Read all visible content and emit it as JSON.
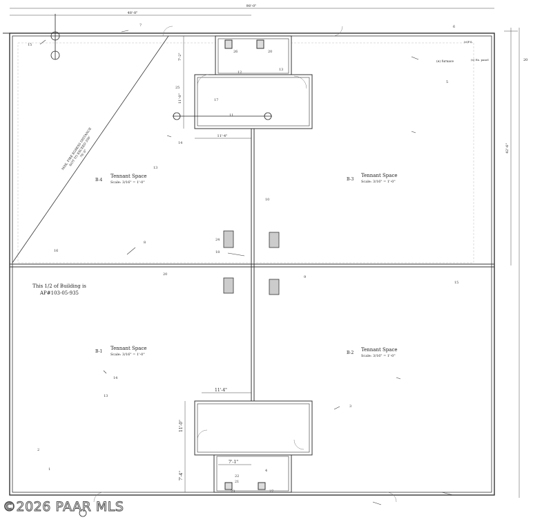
{
  "plan": {
    "overall_dim": "98'-0\"",
    "half_dim": "48'-8\"",
    "right_dim": "42'-6\"",
    "door_count_side": "20",
    "building_note_line1": "This 1/2 of Building is",
    "building_note_line2": "AP#103-05-935",
    "diag_line1": "MAX. FIRE EGRESS DISTANCE",
    "diag_line2": "NOT TO EXCEED 200'",
    "diag_line3": "76'-0\"",
    "units": [
      {
        "tag": "B-4",
        "title": "Tennant Space",
        "scale": "Scale: 3/16\" = 1'-0\""
      },
      {
        "tag": "B-3",
        "title": "Tennant Space",
        "scale": "Scale: 3/16\" = 1'-0\""
      },
      {
        "tag": "B-1",
        "title": "Tennant Space",
        "scale": "Scale: 3/16\" = 1'-0\""
      },
      {
        "tag": "B-2",
        "title": "Tennant Space",
        "scale": "Scale: 3/16\" = 1'-0\""
      }
    ],
    "dims": {
      "top_core_width": "11'-4\"",
      "top_core_height": "11'-0\"",
      "top_rest_height": "7'-2\"",
      "bottom_core_width": "11'-4\"",
      "bottom_core_height": "11'-0\"",
      "bottom_rest_width": "7'-1\"",
      "bottom_rest_height": "7'-4\""
    },
    "notes": {
      "furnace": "(e) furnace",
      "corner_tag": "(e)F.S.",
      "corner_tag2": "(e) Ex. panel"
    },
    "callouts": [
      "15",
      "7",
      "6",
      "16",
      "26",
      "20",
      "12",
      "13",
      "25",
      "17",
      "11",
      "14",
      "13",
      "10",
      "24",
      "18",
      "8",
      "20",
      "9",
      "15",
      "3",
      "5",
      "14",
      "13",
      "2",
      "1",
      "4",
      "22",
      "21",
      "23",
      "27"
    ],
    "watermark": "©2026 PAAR MLS"
  }
}
